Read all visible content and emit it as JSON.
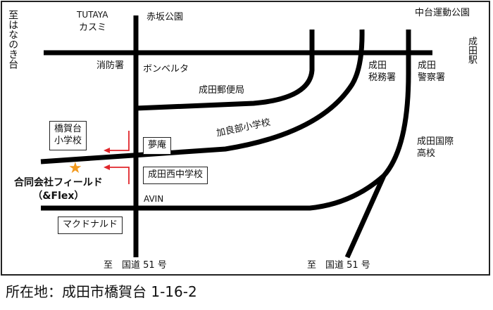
{
  "colors": {
    "road": "#000000",
    "arrow": "#e0262b",
    "star": "#f39a1e",
    "frame": "#222222"
  },
  "labels": {
    "to_hananokidai": "至はなのき台",
    "tutaya_line1": "TUTAYA",
    "tutaya_line2": "カスミ",
    "akasaka_park": "赤坂公園",
    "nakadai_park": "中台運動公園",
    "narita_station": "成田駅",
    "fire_station": "消防署",
    "bonbeluta": "ボンベルタ",
    "tax_office_line1": "成田",
    "tax_office_line2": "税務署",
    "police_line1": "成田",
    "police_line2": "警察署",
    "post_office": "成田郵便局",
    "karabe_school": "加良部小学校",
    "kokusai_line1": "成田国際",
    "kokusai_line2": "高校",
    "avin": "AVIN",
    "to_route51_left": "至　国道 51 号",
    "to_route51_right": "至　国道 51 号"
  },
  "boxes": {
    "hashikadai_school_line1": "橋賀台",
    "hashikadai_school_line2": "小学校",
    "muan": "夢庵",
    "nishinaka_school": "成田西中学校",
    "mcdonalds": "マクドナルド"
  },
  "company": {
    "name": "合同会社フィールド",
    "alias": "（&Flex）",
    "star_icon": "★"
  },
  "address": "所在地：成田市橋賀台 1-16-2"
}
